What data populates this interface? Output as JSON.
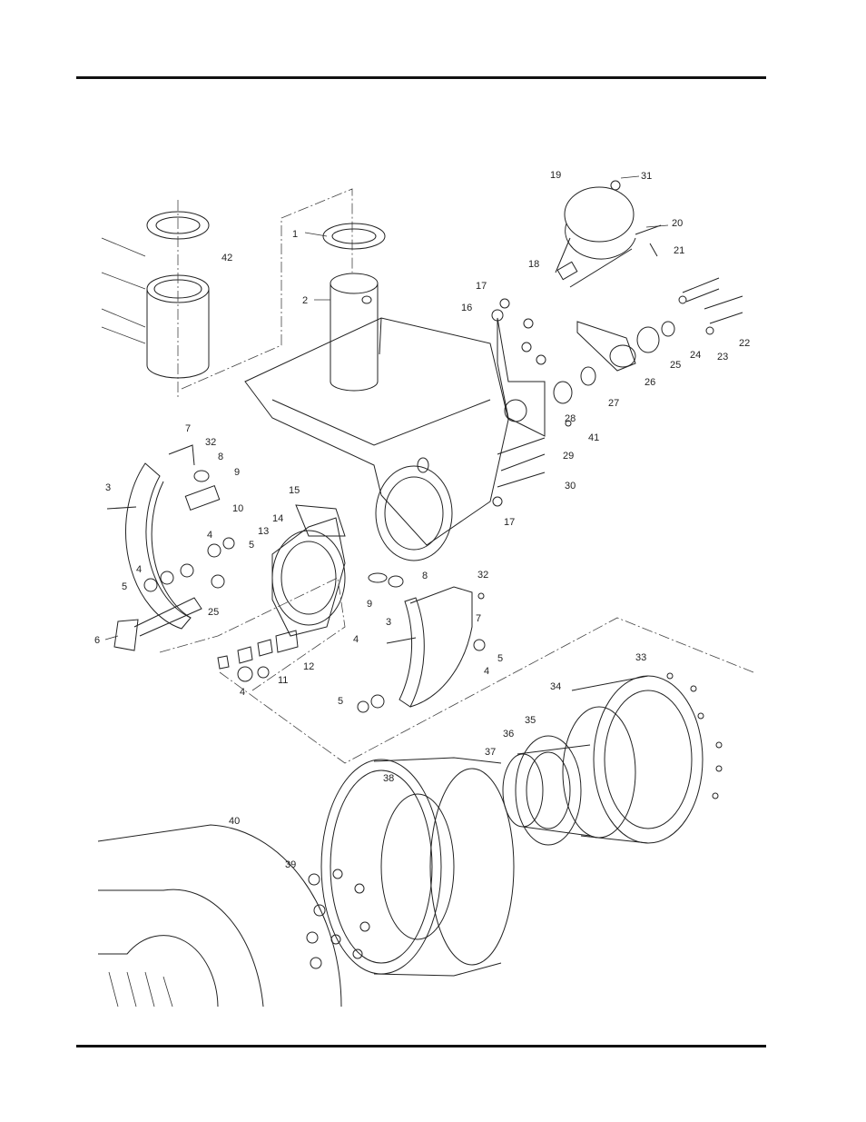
{
  "figure": {
    "callouts": [
      "1",
      "2",
      "3",
      "3",
      "4",
      "4",
      "4",
      "4",
      "4",
      "5",
      "5",
      "5",
      "5",
      "6",
      "7",
      "7",
      "8",
      "8",
      "9",
      "9",
      "10",
      "11",
      "12",
      "13",
      "14",
      "15",
      "16",
      "17",
      "17",
      "18",
      "19",
      "20",
      "21",
      "22",
      "23",
      "24",
      "25",
      "25",
      "26",
      "27",
      "28",
      "29",
      "30",
      "31",
      "32",
      "32",
      "33",
      "34",
      "35",
      "36",
      "37",
      "38",
      "39",
      "40",
      "41",
      "42"
    ]
  }
}
